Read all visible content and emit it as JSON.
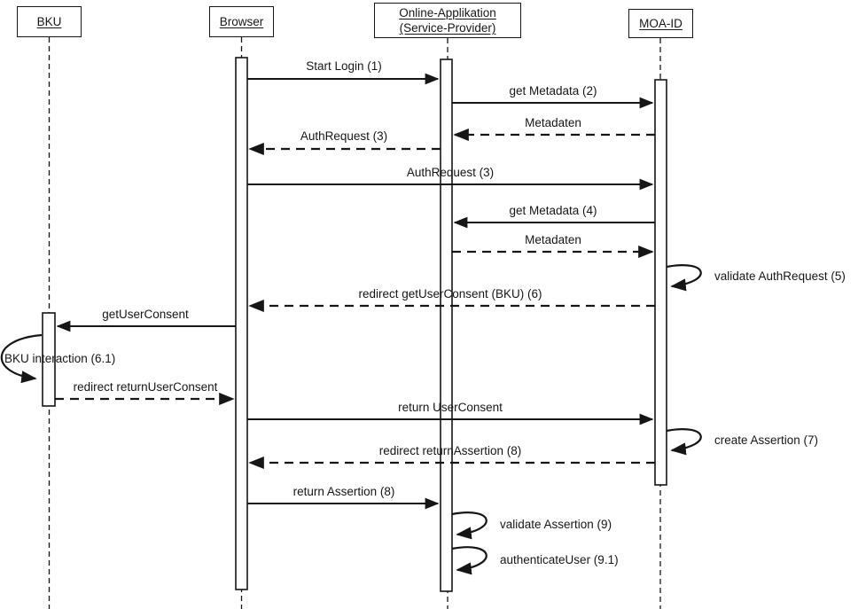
{
  "diagram": {
    "type": "uml-sequence-diagram",
    "colors": {
      "line": "#161616",
      "text": "#161616",
      "background": "#ffffff",
      "activation_fill": "#ffffff"
    },
    "actors": [
      {
        "name": "BKU"
      },
      {
        "name": "Browser"
      },
      {
        "name": "Online-Applikation (Service-Provider)"
      },
      {
        "name": "MOA-ID"
      }
    ],
    "messages": [
      {
        "label": "Start Login (1)",
        "from": "Browser",
        "to": "Online-Applikation (Service-Provider)",
        "style": "solid"
      },
      {
        "label": "get Metadata (2)",
        "from": "Online-Applikation (Service-Provider)",
        "to": "MOA-ID",
        "style": "solid"
      },
      {
        "label": "Metadaten",
        "from": "MOA-ID",
        "to": "Online-Applikation (Service-Provider)",
        "style": "dashed"
      },
      {
        "label": "AuthRequest (3)",
        "from": "Online-Applikation (Service-Provider)",
        "to": "Browser",
        "style": "dashed"
      },
      {
        "label": "AuthRequest (3)",
        "from": "Browser",
        "to": "MOA-ID",
        "style": "solid"
      },
      {
        "label": "get Metadata (4)",
        "from": "MOA-ID",
        "to": "Online-Applikation (Service-Provider)",
        "style": "solid"
      },
      {
        "label": "Metadaten",
        "from": "Online-Applikation (Service-Provider)",
        "to": "MOA-ID",
        "style": "dashed"
      },
      {
        "label": "validate AuthRequest (5)",
        "from": "MOA-ID",
        "to": "MOA-ID",
        "style": "self"
      },
      {
        "label": "redirect getUserConsent (BKU) (6)",
        "from": "MOA-ID",
        "to": "Browser",
        "style": "dashed"
      },
      {
        "label": "getUserConsent",
        "from": "Browser",
        "to": "BKU",
        "style": "solid"
      },
      {
        "label": "BKU interaction (6.1)",
        "from": "BKU",
        "to": "BKU",
        "style": "self"
      },
      {
        "label": "redirect returnUserConsent",
        "from": "BKU",
        "to": "Browser",
        "style": "dashed"
      },
      {
        "label": "return UserConsent",
        "from": "Browser",
        "to": "MOA-ID",
        "style": "solid"
      },
      {
        "label": "create Assertion (7)",
        "from": "MOA-ID",
        "to": "MOA-ID",
        "style": "self"
      },
      {
        "label": "redirect returnAssertion (8)",
        "from": "MOA-ID",
        "to": "Browser",
        "style": "dashed"
      },
      {
        "label": "return Assertion (8)",
        "from": "Browser",
        "to": "Online-Applikation (Service-Provider)",
        "style": "solid"
      },
      {
        "label": "validate Assertion (9)",
        "from": "Online-Applikation (Service-Provider)",
        "to": "Online-Applikation (Service-Provider)",
        "style": "self"
      },
      {
        "label": "authenticateUser (9.1)",
        "from": "Online-Applikation (Service-Provider)",
        "to": "Online-Applikation (Service-Provider)",
        "style": "self"
      }
    ]
  }
}
